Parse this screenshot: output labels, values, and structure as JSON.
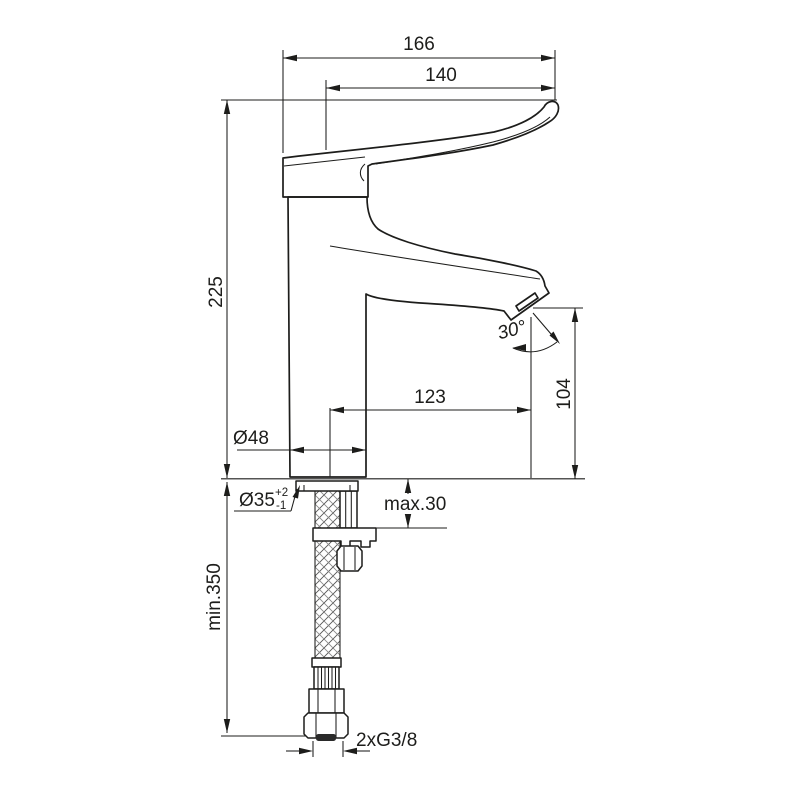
{
  "colors": {
    "ink": "#1d1d1b",
    "paper": "#ffffff",
    "hose_braid": "#555555",
    "outlet_recess": "#2a2a2a"
  },
  "dims": {
    "overall_projection": "166",
    "handle_projection": "140",
    "body_height": "225",
    "spout_reach": "123",
    "outlet_height": "104",
    "outlet_angle": "30°",
    "body_diameter": "Ø48",
    "hole_diameter": "Ø35",
    "hole_tol_plus": "+2",
    "hole_tol_minus": "-1",
    "deck_thickness_max": "max.30",
    "hose_length_min": "min.350",
    "supply_connection": "2xG3/8"
  }
}
